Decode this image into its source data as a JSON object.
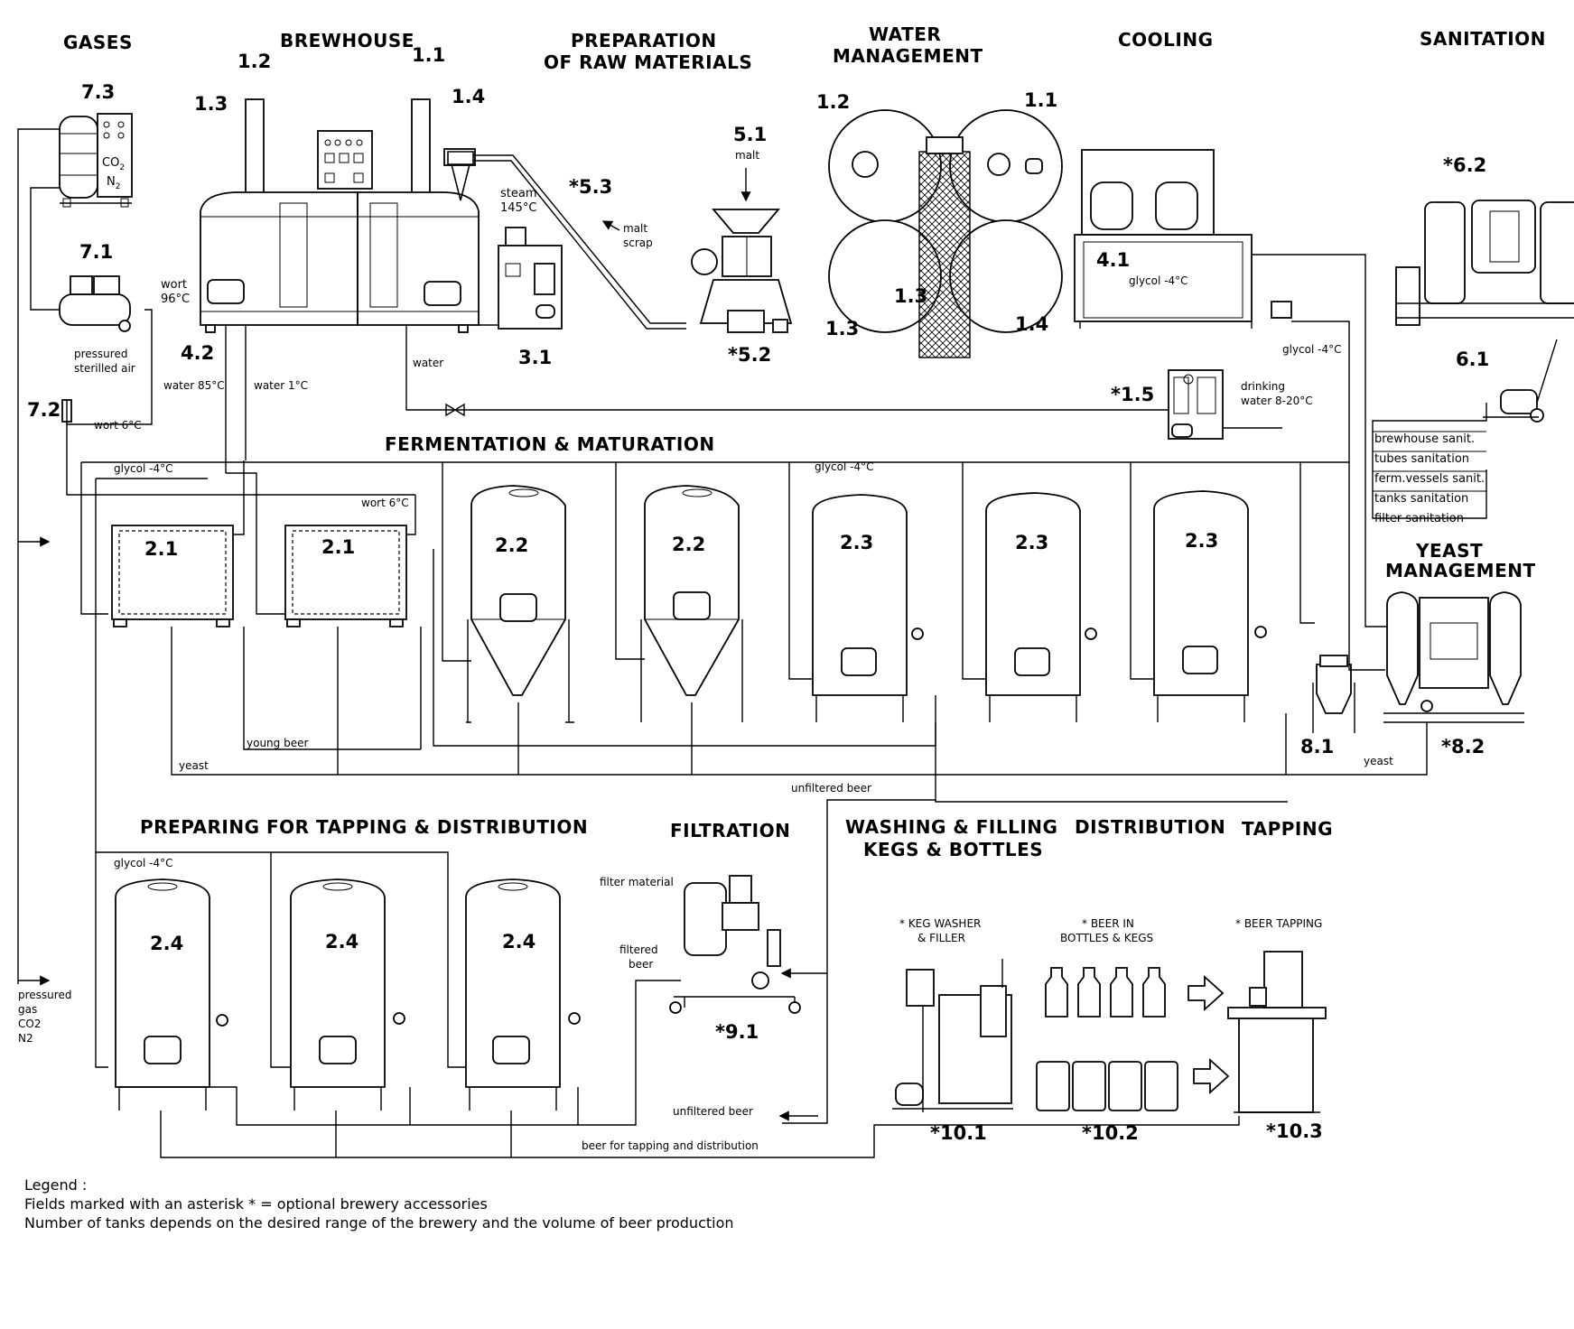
{
  "sections": {
    "gases": "GASES",
    "brewhouse": "BREWHOUSE",
    "raw_materials_1": "PREPARATION",
    "raw_materials_2": "OF RAW MATERIALS",
    "water_1": "WATER",
    "water_2": "MANAGEMENT",
    "cooling": "COOLING",
    "sanitation": "SANITATION",
    "fermentation": "FERMENTATION & MATURATION",
    "yeast_1": "YEAST",
    "yeast_2": "MANAGEMENT",
    "tapping_prep": "PREPARING FOR TAPPING & DISTRIBUTION",
    "filtration": "FILTRATION",
    "washing_1": "WASHING & FILLING",
    "washing_2": "KEGS & BOTTLES",
    "distribution": "DISTRIBUTION",
    "tapping": "TAPPING"
  },
  "codes": {
    "c73": "7.3",
    "c71": "7.1",
    "c72": "7.2",
    "c42": "4.2",
    "bh12": "1.2",
    "bh11": "1.1",
    "bh13": "1.3",
    "bh14": "1.4",
    "c51": "5.1",
    "c53": "*5.3",
    "c52": "*5.2",
    "c31": "3.1",
    "wm12": "1.2",
    "wm11": "1.1",
    "wm13a": "1.3",
    "wm13b": "1.3",
    "wm14": "1.4",
    "c41": "4.1",
    "c15": "*1.5",
    "c62": "*6.2",
    "c61": "6.1",
    "t21a": "2.1",
    "t21b": "2.1",
    "t22a": "2.2",
    "t22b": "2.2",
    "t23a": "2.3",
    "t23b": "2.3",
    "t23c": "2.3",
    "c81": "8.1",
    "c82": "*8.2",
    "t24a": "2.4",
    "t24b": "2.4",
    "t24c": "2.4",
    "c91": "*9.1",
    "c101": "*10.1",
    "c102": "*10.2",
    "c103": "*10.3"
  },
  "labels": {
    "co2": "CO",
    "co2_sub": "2",
    "n2": "N",
    "n2_sub": "2",
    "wort_96_1": "wort",
    "wort_96_2": "96°C",
    "steam_1": "steam",
    "steam_2": "145°C",
    "malt": "malt",
    "malt_scrap_1": "malt",
    "malt_scrap_2": "scrap",
    "glycol_cooling": "glycol -4°C",
    "glycol_out": "glycol -4°C",
    "pressured_air_1": "pressured",
    "pressured_air_2": "sterilled air",
    "water_85": "water 85°C",
    "water_1": "water 1°C",
    "water": "water",
    "wort_6_a": "wort 6°C",
    "wort_6_b": "wort 6°C",
    "drinking_1": "drinking",
    "drinking_2": "water 8-20°C",
    "glycol_a": "glycol -4°C",
    "glycol_b": "glycol -4°C",
    "glycol_c": "glycol -4°C",
    "young_beer": "young beer",
    "yeast_a": "yeast",
    "yeast_b": "yeast",
    "unfiltered_a": "unfiltered beer",
    "unfiltered_b": "unfiltered beer",
    "filter_material": "filter material",
    "filtered_beer_1": "filtered",
    "filtered_beer_2": "beer",
    "beer_tapping_line": "beer for tapping and distribution",
    "gas_1": "pressured",
    "gas_2": "gas",
    "gas_3": "CO2",
    "gas_4": "N2",
    "keg_washer_1": "* KEG WASHER",
    "keg_washer_2": "& FILLER",
    "beer_in_1": "* BEER IN",
    "beer_in_2": "BOTTLES & KEGS",
    "beer_tapping": "* BEER TAPPING"
  },
  "sanitation_items": [
    "brewhouse sanit.",
    "tubes sanitation",
    "ferm.vessels sanit.",
    "tanks sanitation",
    "filter sanitation"
  ],
  "legend": {
    "title": "Legend :",
    "line1": "Fields marked with an asterisk * = optional brewery accessories",
    "line2": "Number of tanks depends on the desired range of the brewery and the volume of beer production"
  }
}
